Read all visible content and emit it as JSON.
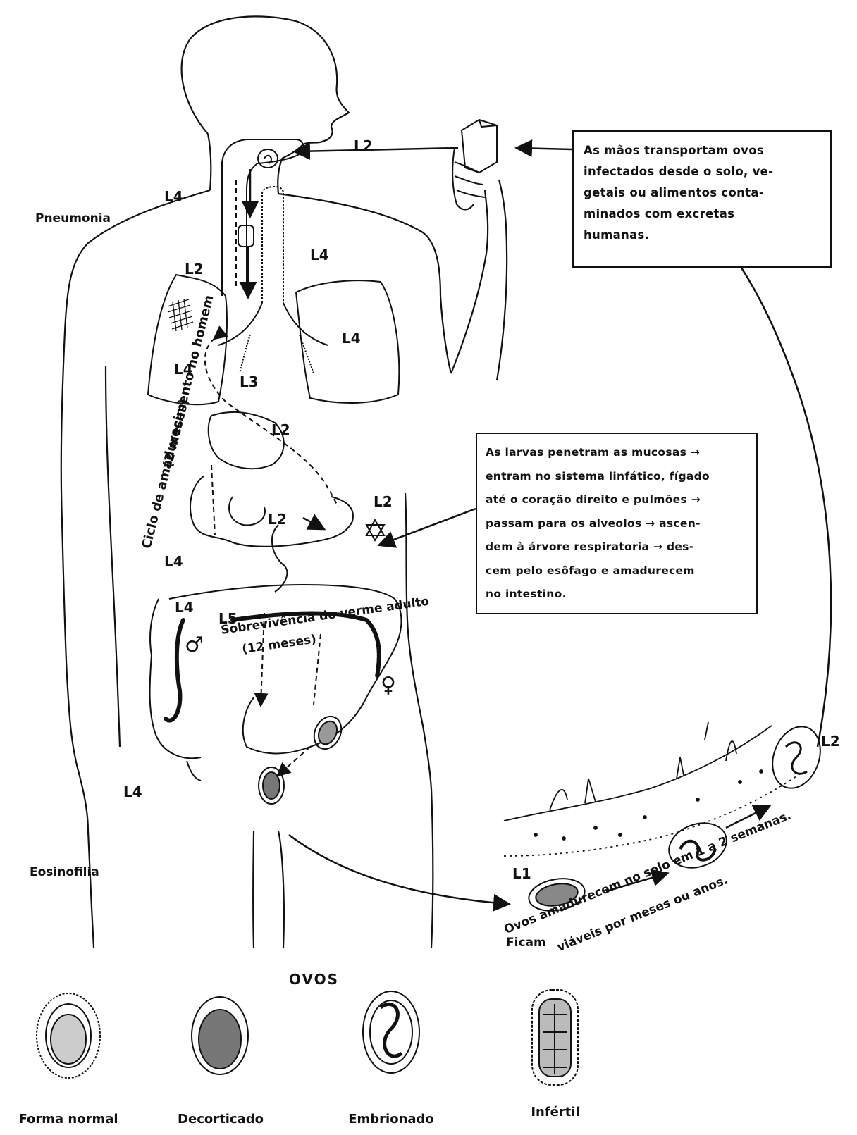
{
  "labels": {
    "pneumonia": "Pneumonia",
    "eosinofilia": "Eosinofilia",
    "cycle_line1": "Ciclo de amadurecimento no homem",
    "cycle_line2": "(2 meses)",
    "survival_line1": "Sobrevivência do verme adulto",
    "survival_line2": "(12 meses)",
    "male_symbol": "♂",
    "female_symbol": "♀",
    "soil_line1": "Ovos amadurecem no solo em 1 a 2 semanas.",
    "soil_line2_a": "Ficam",
    "soil_line2_b": "viáveis por meses ou anos."
  },
  "larvae": {
    "L1": "L1",
    "L2": "L2",
    "L3": "L3",
    "L4": "L4",
    "L5": "L5"
  },
  "box_hands": {
    "lines": [
      "As mãos transportam ovos",
      "infectados desde o solo, ve-",
      "getais ou alimentos conta-",
      "minados com excretas",
      "humanas."
    ]
  },
  "box_larvae": {
    "lines": [
      "As larvas penetram as mucosas →",
      "entram no sistema linfático, fígado",
      "até o coração direito e pulmões →",
      "passam para os alveolos → ascen-",
      "dem à árvore respiratoria → des-",
      "cem pelo esôfago e amadurecem",
      "no intestino."
    ]
  },
  "eggs": {
    "title": "OVOS",
    "items": [
      {
        "label": "Forma normal"
      },
      {
        "label": "Decorticado"
      },
      {
        "label": "Embrionado"
      },
      {
        "label": "Infértil"
      }
    ]
  }
}
